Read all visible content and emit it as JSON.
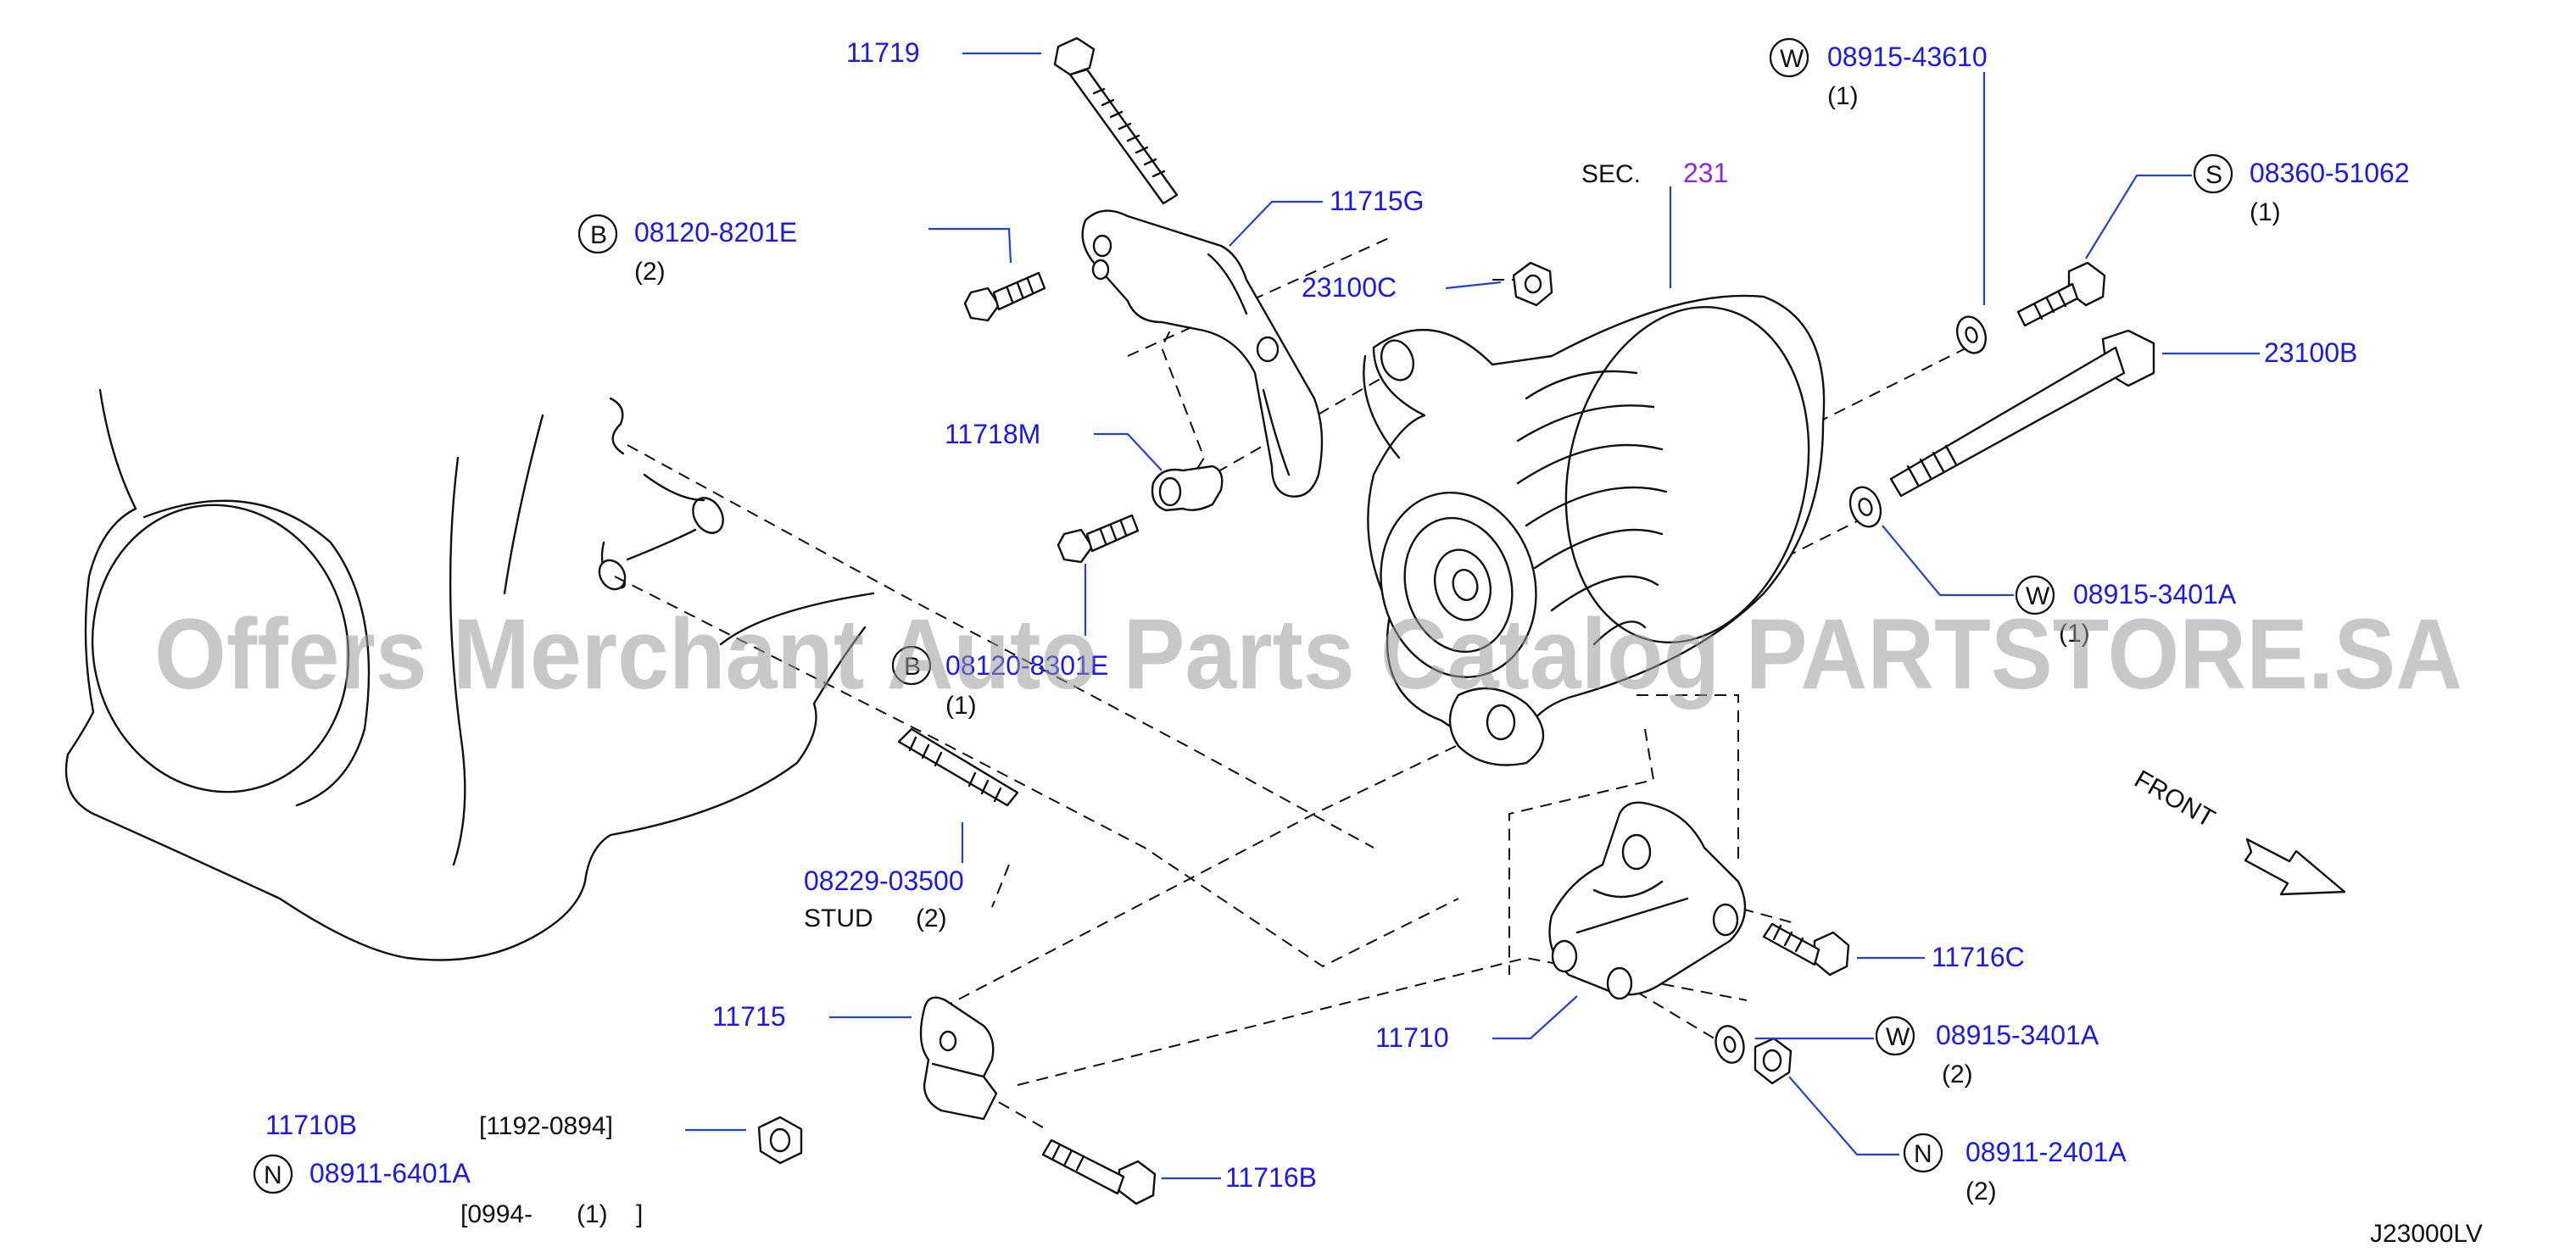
{
  "diagram_code": "J23000LV",
  "front_label": "FRONT",
  "watermark": "Offers Merchant Auto Parts Catalog PARTSTORE.SA",
  "section_ref": {
    "prefix": "SEC.",
    "number": "231"
  },
  "callouts": {
    "p11719": {
      "part_no": "11719"
    },
    "p11715G": {
      "part_no": "11715G"
    },
    "p23100C": {
      "part_no": "23100C"
    },
    "p11718M": {
      "part_no": "11718M"
    },
    "p23100B": {
      "part_no": "23100B"
    },
    "p11716C": {
      "part_no": "11716C"
    },
    "p11710": {
      "part_no": "11710"
    },
    "p11715": {
      "part_no": "11715"
    },
    "p11716B": {
      "part_no": "11716B"
    },
    "p11710B": {
      "part_no": "11710B",
      "date_range": "[1192-0894]"
    },
    "b_upper": {
      "symbol": "B",
      "part_no": "08120-8201E",
      "qty": "(2)"
    },
    "b_lower": {
      "symbol": "B",
      "part_no": "08120-8301E",
      "qty": "(1)"
    },
    "stud": {
      "part_no": "08229-03500",
      "name": "STUD",
      "qty": "(2)"
    },
    "w_top": {
      "symbol": "W",
      "part_no": "08915-43610",
      "qty": "(1)"
    },
    "s_top": {
      "symbol": "S",
      "part_no": "08360-51062",
      "qty": "(1)"
    },
    "w_mid": {
      "symbol": "W",
      "part_no": "08915-3401A",
      "qty": "(1)"
    },
    "w_low": {
      "symbol": "W",
      "part_no": "08915-3401A",
      "qty": "(2)"
    },
    "n_right": {
      "symbol": "N",
      "part_no": "08911-2401A",
      "qty": "(2)"
    },
    "n_left": {
      "symbol": "N",
      "part_no": "08911-6401A",
      "date_range": "[0994-",
      "qty": "(1)",
      "close": "]"
    }
  }
}
